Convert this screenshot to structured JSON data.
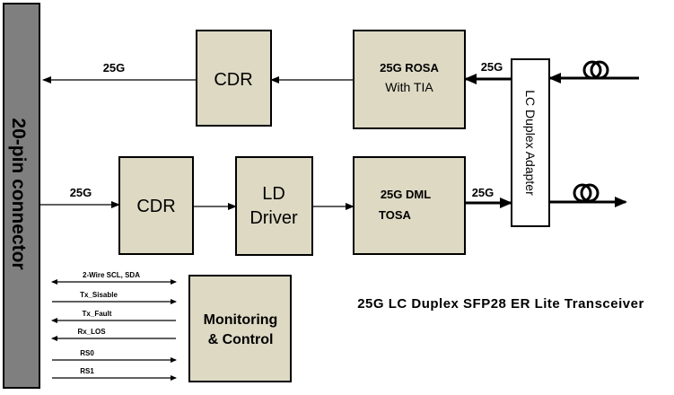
{
  "connector": {
    "label": "20-pin connector"
  },
  "blocks": {
    "cdr_rx": "CDR",
    "rosa_line1": "25G  ROSA",
    "rosa_line2": "With TIA",
    "cdr_tx": "CDR",
    "ld_line1": "LD",
    "ld_line2": "Driver",
    "tosa_line1": "25G  DML",
    "tosa_line2": "TOSA",
    "monitor_line1": "Monitoring",
    "monitor_line2": "& Control"
  },
  "adapter": {
    "label": "LC Duplex Adapter"
  },
  "rates": {
    "rx_out": "25G",
    "rx_in": "25G",
    "tx_in": "25G",
    "tx_out": "25G"
  },
  "signals": [
    "2-Wire SCL, SDA",
    "Tx_Sisable",
    "Tx_Fault",
    "Rx_LOS",
    "RS0",
    "RS1"
  ],
  "title": "25G LC Duplex SFP28 ER Lite Transceiver",
  "icons": [
    "fiber-coil-icon-rx",
    "fiber-coil-icon-tx"
  ]
}
